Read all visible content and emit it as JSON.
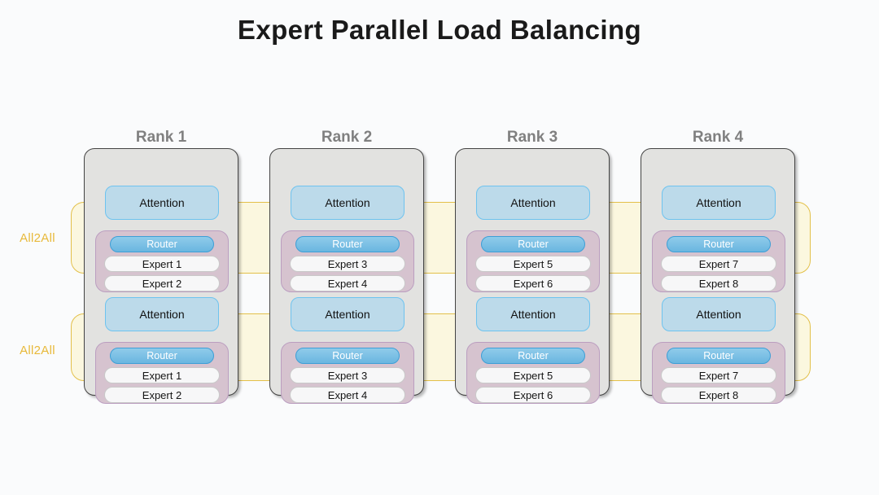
{
  "page": {
    "title": "Expert Parallel Load Balancing",
    "background_color": "#fafbfc"
  },
  "colors": {
    "title_text": "#1a1a1a",
    "rank_label": "#808080",
    "rank_card_fill": "#e2e2e0",
    "rank_card_border": "#444444",
    "attention_fill": "#bcdaea",
    "attention_border": "#6ec3ef",
    "moe_fill": "#d6c3cf",
    "moe_border": "#bb9ec0",
    "router_fill": "#6ab6e0",
    "router_border": "#3d9fd6",
    "router_text": "#ffffff",
    "expert_fill": "#f7f7f8",
    "expert_border": "#c9c9c9",
    "all2all_band_fill": "#fbf7df",
    "all2all_band_border": "#e3c04a",
    "all2all_label": "#e8b93a"
  },
  "all2all": {
    "top_label": "All2All",
    "bottom_label": "All2All"
  },
  "ranks": [
    {
      "title": "Rank 1",
      "layers": [
        {
          "attention": "Attention",
          "router": "Router",
          "experts": [
            "Expert 1",
            "Expert 2"
          ]
        },
        {
          "attention": "Attention",
          "router": "Router",
          "experts": [
            "Expert 1",
            "Expert 2"
          ]
        }
      ]
    },
    {
      "title": "Rank 2",
      "layers": [
        {
          "attention": "Attention",
          "router": "Router",
          "experts": [
            "Expert 3",
            "Expert 4"
          ]
        },
        {
          "attention": "Attention",
          "router": "Router",
          "experts": [
            "Expert 3",
            "Expert 4"
          ]
        }
      ]
    },
    {
      "title": "Rank 3",
      "layers": [
        {
          "attention": "Attention",
          "router": "Router",
          "experts": [
            "Expert 5",
            "Expert 6"
          ]
        },
        {
          "attention": "Attention",
          "router": "Router",
          "experts": [
            "Expert 5",
            "Expert 6"
          ]
        }
      ]
    },
    {
      "title": "Rank 4",
      "layers": [
        {
          "attention": "Attention",
          "router": "Router",
          "experts": [
            "Expert 7",
            "Expert 8"
          ]
        },
        {
          "attention": "Attention",
          "router": "Router",
          "experts": [
            "Expert 7",
            "Expert 8"
          ]
        }
      ]
    }
  ]
}
